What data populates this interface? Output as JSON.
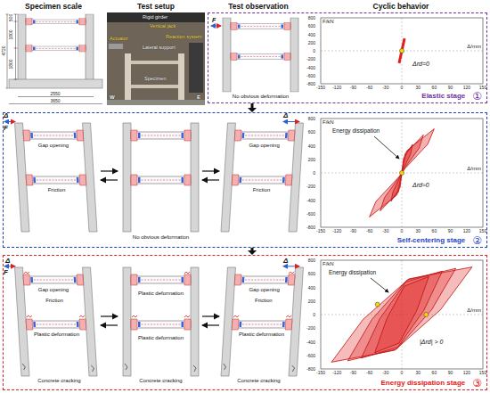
{
  "diagram": {
    "nodes": [
      {
        "text": [
          "Elastic stage",
          "①"
        ]
      },
      {
        "text": [
          "Self-centering stage",
          "②"
        ]
      },
      {
        "text": [
          "Energy dissipation stage",
          "③"
        ]
      }
    ],
    "edges": [
      {
        "from": 0,
        "to": 1,
        "arrow": "to"
      },
      {
        "from": 1,
        "to": 2,
        "arrow": "to"
      }
    ],
    "labels": [
      "Specimen scale",
      "Test setup",
      "Test observation",
      "Cyclic behavior",
      "500",
      "1800",
      "1800",
      "4720",
      "2550",
      "3650",
      "Rigid girder",
      "Vertical jack",
      "Reaction system",
      "Lateral support",
      "Actuator",
      "Specimen",
      "W",
      "E",
      "F",
      "No obvious deformation",
      "800",
      "600",
      "400",
      "200",
      "0",
      "-200",
      "-400",
      "-600",
      "-800",
      "-150",
      "-120",
      "-90",
      "-60",
      "-30",
      "0",
      "30",
      "60",
      "90",
      "120",
      "150",
      "F/kN",
      "Δ/mm",
      "Δrd=0",
      "Δ",
      "F",
      "Gap opening",
      "Friction",
      "No obvious deformation",
      "Δ",
      "Gap opening",
      "Friction",
      "800",
      "600",
      "400",
      "200",
      "0",
      "-200",
      "-400",
      "-600",
      "-800",
      "-150",
      "-120",
      "-90",
      "-60",
      "-30",
      "0",
      "30",
      "60",
      "90",
      "120",
      "150",
      "F/kN",
      "Δ/mm",
      "Energy dissipation",
      "Δrd≈0",
      "Δ",
      "F",
      "Gap opening",
      "Friction",
      "Plastic deformation",
      "Concrete cracking",
      "Plastic deformation",
      "Plastic deformation",
      "Concrete cracking",
      "Δ",
      "Gap opening",
      "Friction",
      "Plastic deformation",
      "Concrete cracking",
      "800",
      "600",
      "400",
      "200",
      "0",
      "-200",
      "-400",
      "-600",
      "-800",
      "-150",
      "-120",
      "-90",
      "-60",
      "-30",
      "0",
      "30",
      "60",
      "90",
      "120",
      "150",
      "F/kN",
      "Δ/mm",
      "Energy dissipation",
      "|Δrd| > 0"
    ]
  }
}
